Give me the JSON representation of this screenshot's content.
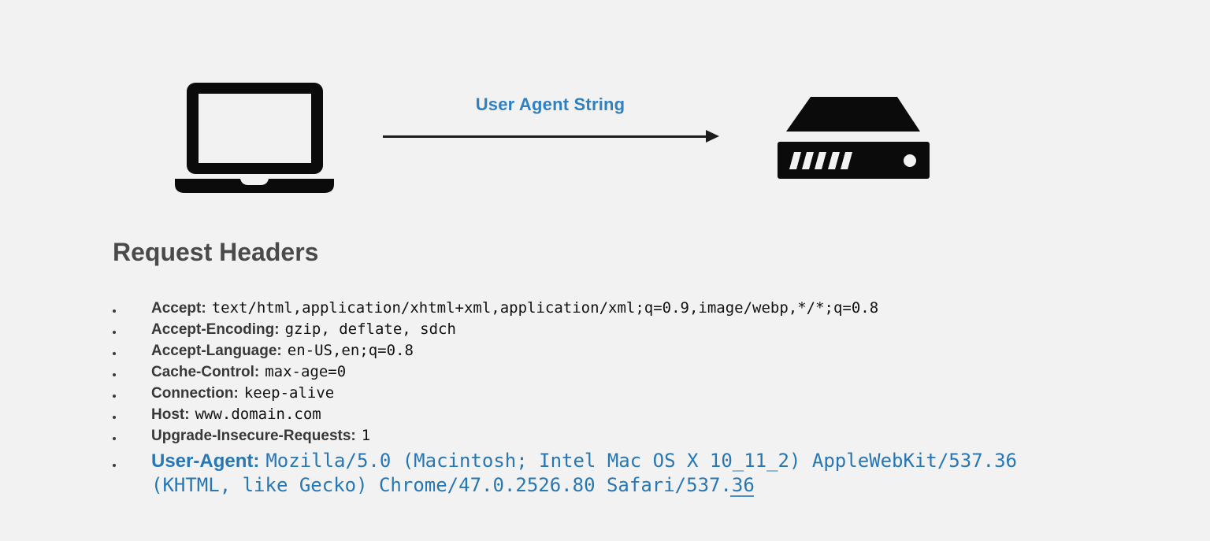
{
  "diagram": {
    "client_icon": "laptop",
    "server_icon": "server",
    "arrow_label": "User Agent String",
    "arrow_direction": "left-to-right"
  },
  "colors": {
    "background": "#f2f2f2",
    "arrow_label_blue": "#2e80c0",
    "highlight_blue": "#2777b4",
    "heading_gray": "#4a4a4a",
    "icon_black": "#0b0b0b"
  },
  "headers_section": {
    "title": "Request Headers",
    "items": [
      {
        "name": "Accept:",
        "value": "text/html,application/xhtml+xml,application/xml;q=0.9,image/webp,*/*;q=0.8",
        "highlight": false
      },
      {
        "name": "Accept-Encoding:",
        "value": "gzip, deflate, sdch",
        "highlight": false
      },
      {
        "name": "Accept-Language:",
        "value": "en-US,en;q=0.8",
        "highlight": false
      },
      {
        "name": "Cache-Control:",
        "value": "max-age=0",
        "highlight": false
      },
      {
        "name": "Connection:",
        "value": "keep-alive",
        "highlight": false
      },
      {
        "name": "Host:",
        "value": "www.domain.com",
        "highlight": false
      },
      {
        "name": "Upgrade-Insecure-Requests:",
        "value": "1",
        "highlight": false
      },
      {
        "name": "User-Agent:",
        "value": "Mozilla/5.0 (Macintosh; Intel Mac OS X 10_11_2) AppleWebKit/537.36 (KHTML, like Gecko) Chrome/47.0.2526.80 Safari/537.36",
        "highlight": true
      }
    ]
  }
}
